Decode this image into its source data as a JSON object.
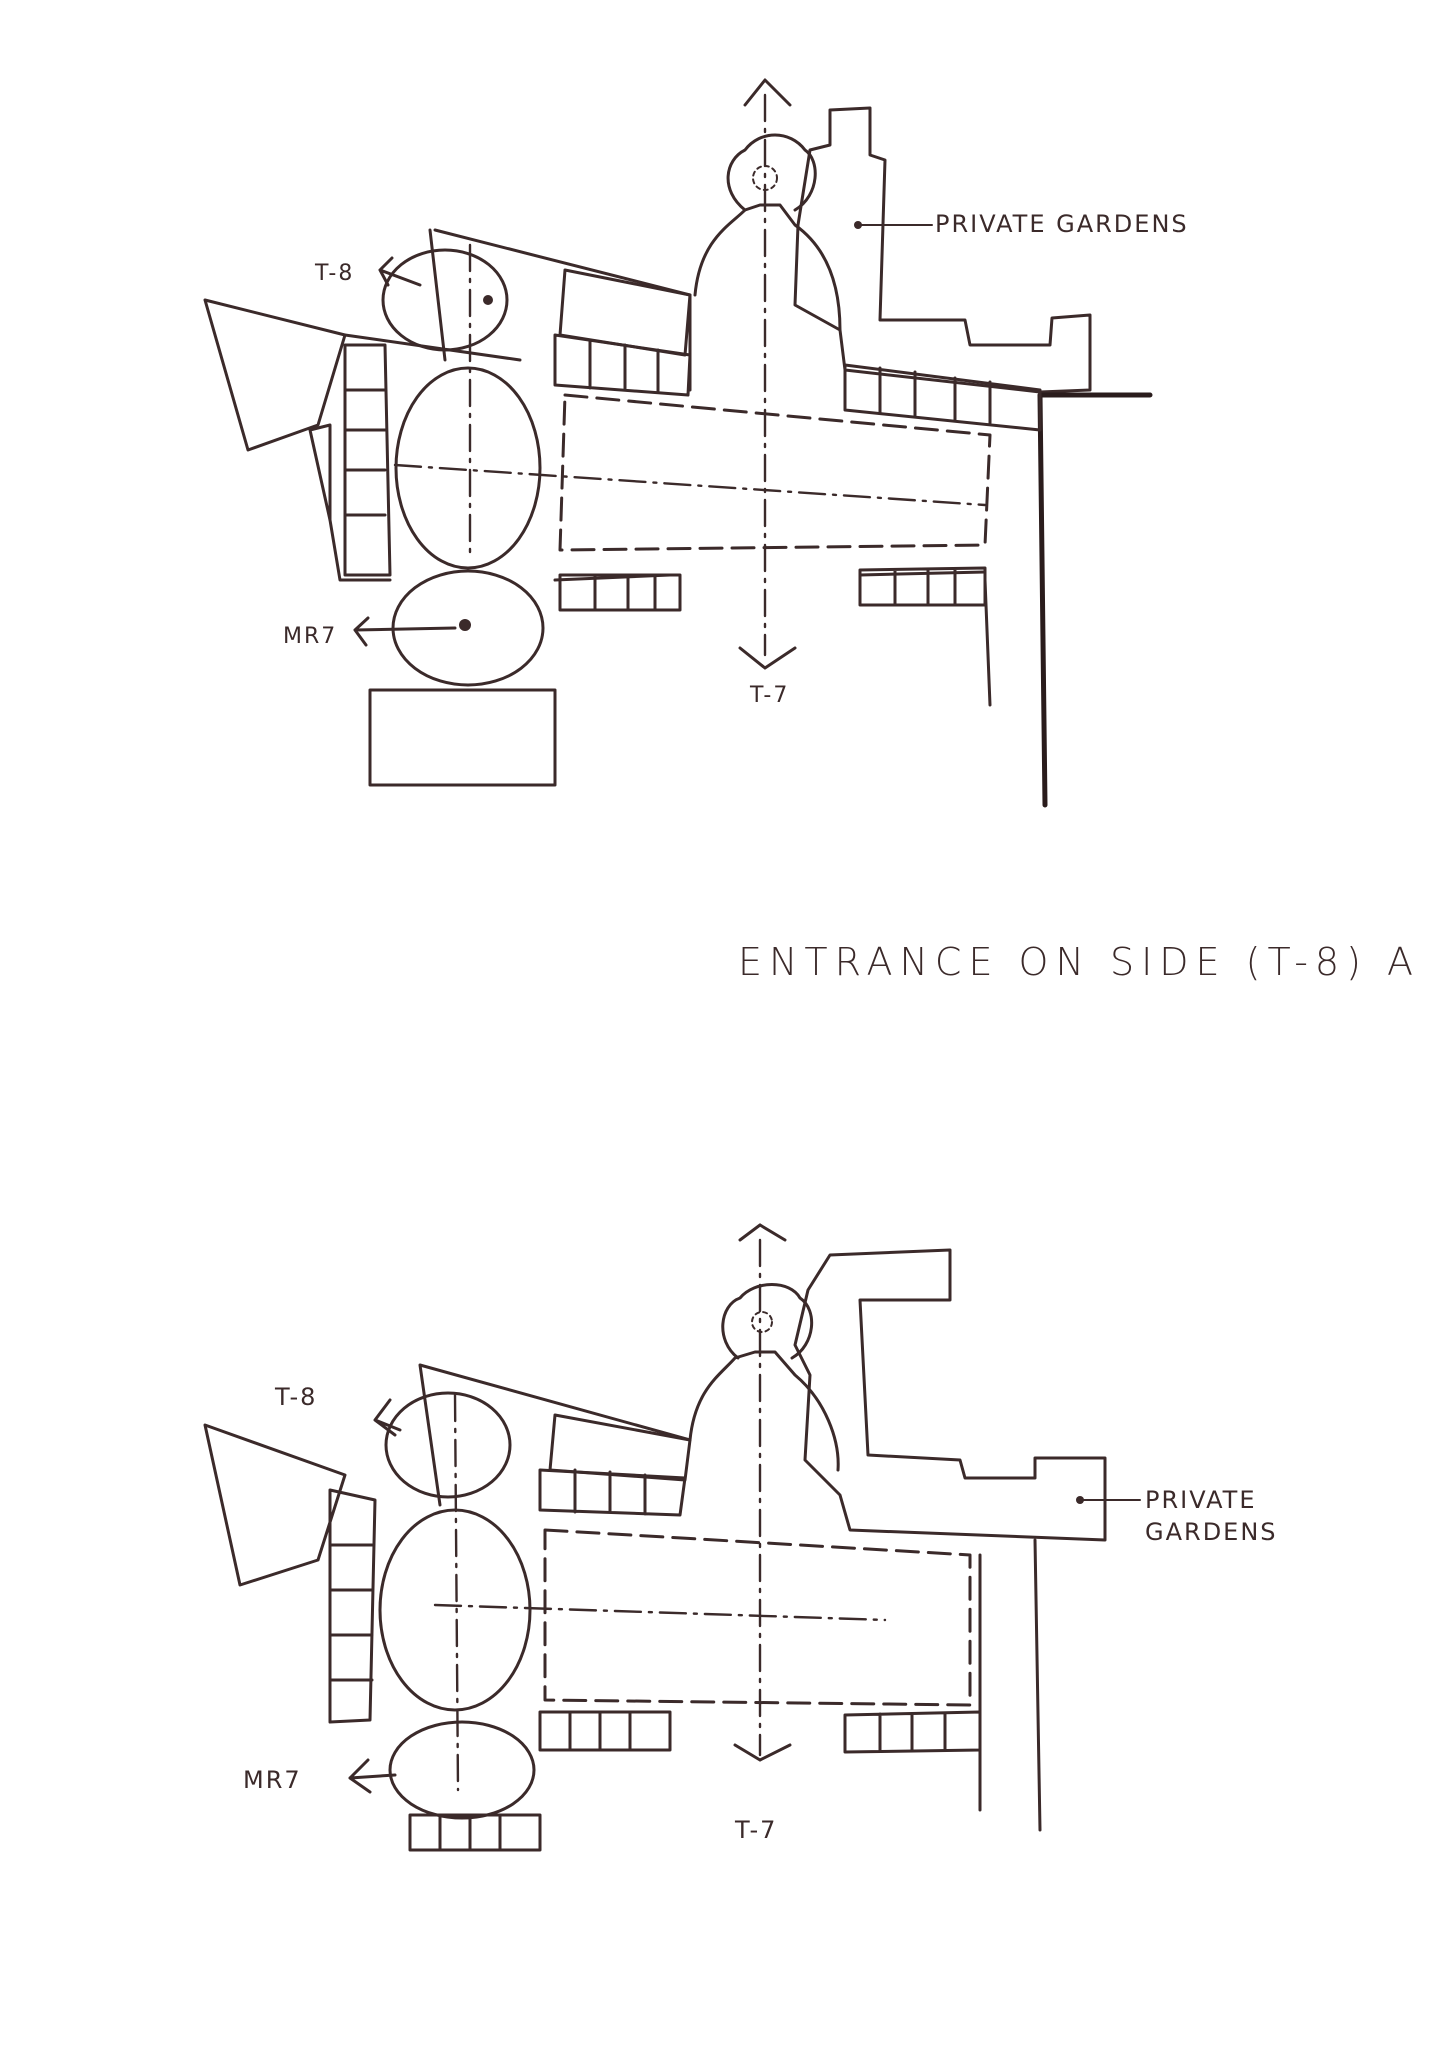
{
  "sketch_a": {
    "label_gardens": "PRIVATE GARDENS",
    "label_t8": "T-8",
    "label_mr7": "MR7",
    "label_t7": "T-7"
  },
  "caption": "ENTRANCE ON SIDE (T-8) A",
  "sketch_b": {
    "label_gardens_line1": "PRIVATE",
    "label_gardens_line2": "GARDENS",
    "label_t8": "T-8",
    "label_mr7": "MR7",
    "label_t7": "T-7"
  },
  "colors": {
    "ink": "#3b2a2a",
    "paper": "#ffffff"
  }
}
